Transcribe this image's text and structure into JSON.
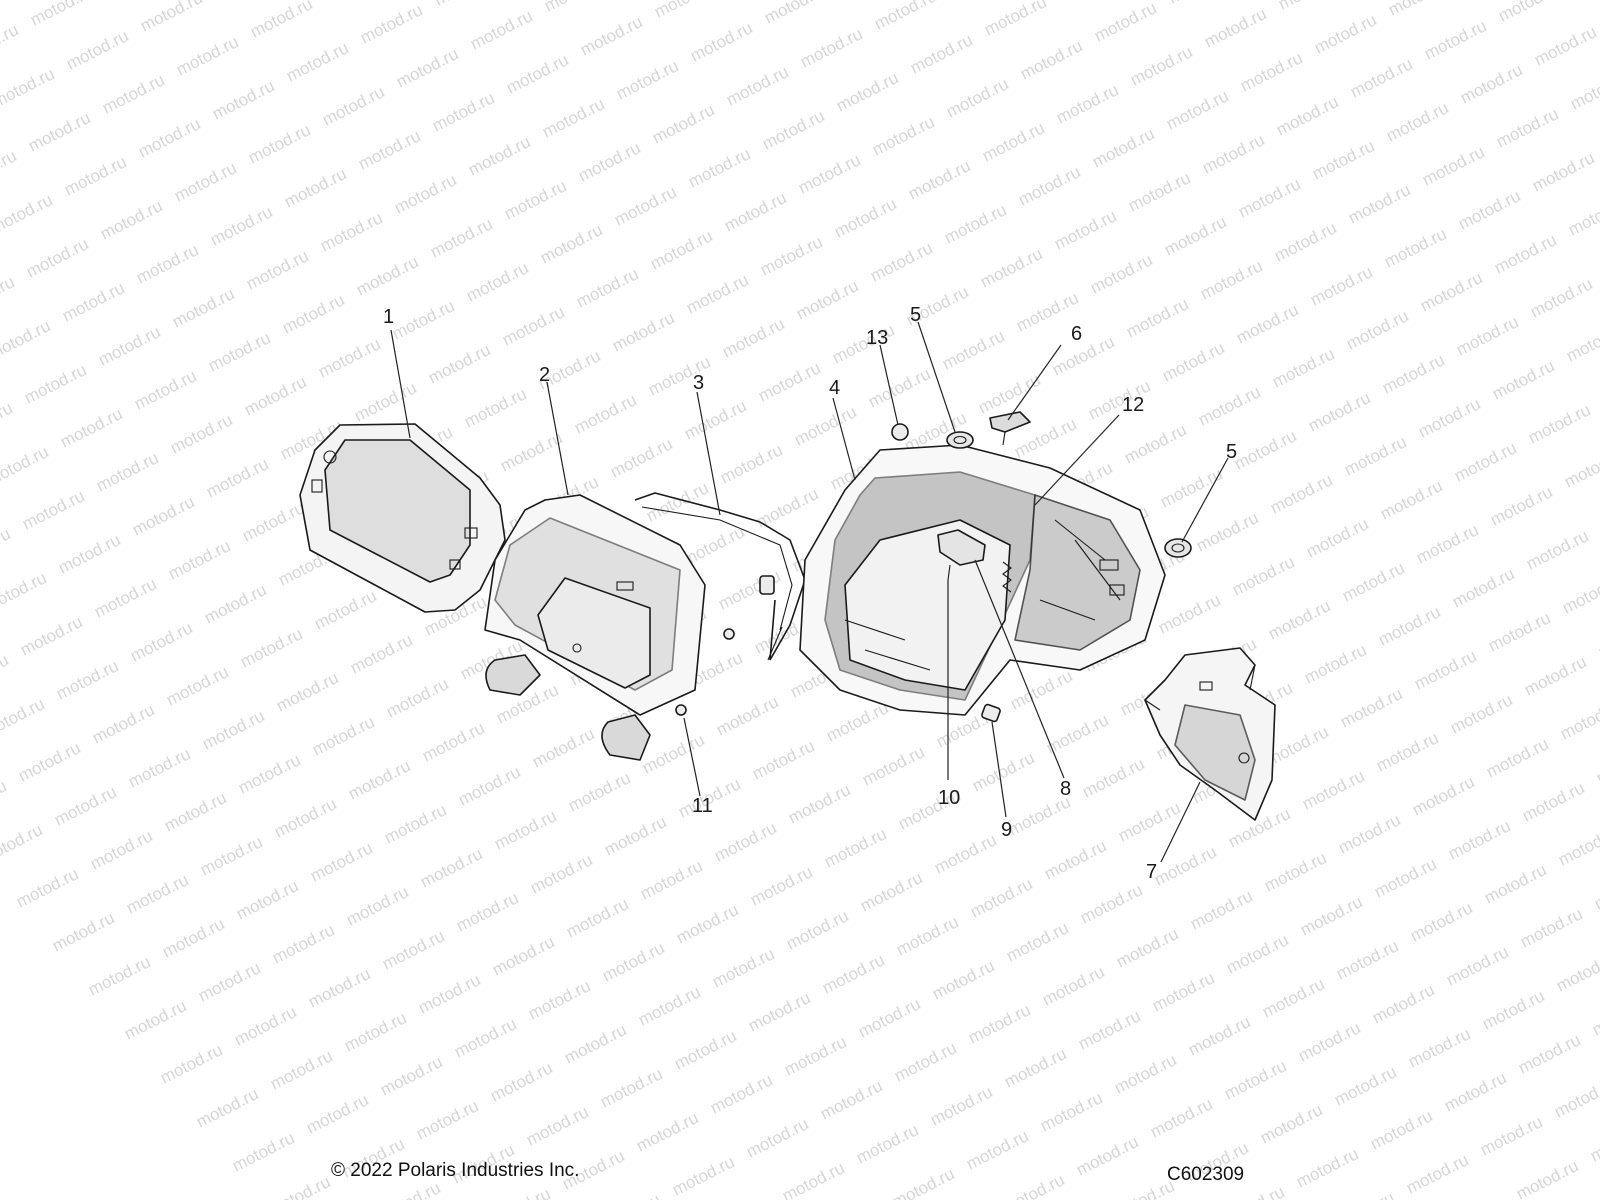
{
  "watermark": {
    "text": "motod.ru"
  },
  "callouts": [
    {
      "id": "1",
      "label": "1"
    },
    {
      "id": "2",
      "label": "2"
    },
    {
      "id": "3",
      "label": "3"
    },
    {
      "id": "4",
      "label": "4"
    },
    {
      "id": "5a",
      "label": "5"
    },
    {
      "id": "5b",
      "label": "5"
    },
    {
      "id": "6",
      "label": "6"
    },
    {
      "id": "7",
      "label": "7"
    },
    {
      "id": "8",
      "label": "8"
    },
    {
      "id": "9",
      "label": "9"
    },
    {
      "id": "10",
      "label": "10"
    },
    {
      "id": "11",
      "label": "11"
    },
    {
      "id": "12",
      "label": "12"
    },
    {
      "id": "13",
      "label": "13"
    }
  ],
  "footer": {
    "copyright": "© 2022 Polaris Industries Inc.",
    "figure_code": "C602309"
  }
}
